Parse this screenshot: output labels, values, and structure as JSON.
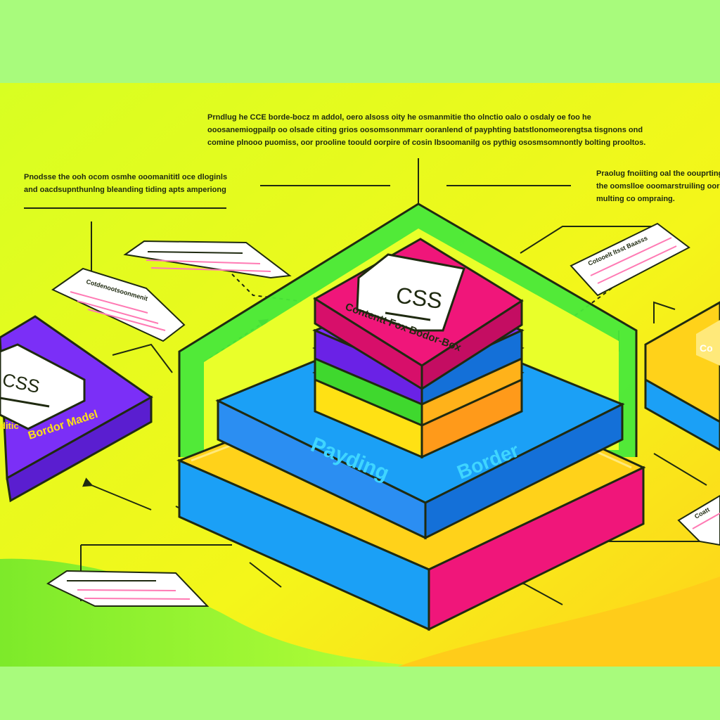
{
  "captions": {
    "top": [
      "Prndlug he CCE borde-bocz m addol, oero alsoss oity he osmanmitie tho olnctio oalo o osdaly oe foo he",
      "ooosanemiogpailp oo olsade citing grios oosomsonmmarr ooranlend of payphting batstlonomeorengtsa tisgnons ond",
      "comine plnooo puomiss, oor prooline toould oorpire of cosin lbsoomanilg os pythig ososmsomnontly bolting prooltos."
    ],
    "left": [
      "Pnodsse the ooh ocom osmhe ooomanititl oce dloginls",
      "and oacdsupnthunlng bleanding tiding apts amperiong"
    ],
    "right": [
      "Praolug fnoiiting oal the oouprting",
      "the oomslloe ooomarstruiling oor oro o",
      "multing co ompraing."
    ]
  },
  "main_stack": {
    "css_label": "CSS",
    "content_label": "Contentt Fox Bodor-Box",
    "padding_label": "Payding",
    "border_label": "Border"
  },
  "left_card": {
    "css_label": "CSS",
    "model_label": "Bordor Madel",
    "model_prefix": "ditic"
  },
  "right_card": {
    "partial_label": "Co"
  },
  "note_cards": {
    "left_top_title": "Cotdenootsoonmenit",
    "right_top_title": "Cotooelt ltsst Baasss",
    "right_bottom_title": "Coatt"
  },
  "colors": {
    "background_top": "#a8fb7c",
    "yellow_field": "#e6ff1e",
    "green_frame": "#49e93a",
    "blue_layer": "#1ba0f6",
    "pink_layer": "#f0167a",
    "purple_layer": "#7b2ff7",
    "orange_layer": "#ffb21a",
    "yellow_layer": "#ffe114",
    "text_dark": "#1f2a10",
    "label_blue_text": "#3fd5ff"
  }
}
